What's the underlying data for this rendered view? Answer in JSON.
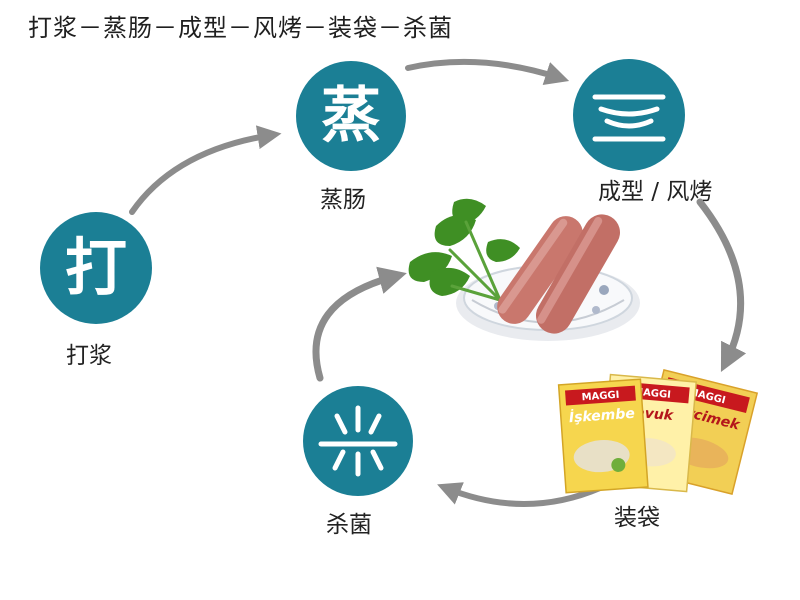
{
  "header": {
    "title": "打浆－蒸肠－成型－风烤－装袋－杀菌"
  },
  "colors": {
    "accent": "#1b7f95",
    "arrow": "#8c8c8c"
  },
  "steps": [
    {
      "glyph": "打",
      "label": "打浆"
    },
    {
      "glyph": "蒸",
      "label": "蒸肠"
    },
    {
      "glyph": "",
      "label": "成型 / 风烤",
      "icon": "oven-waves-icon"
    },
    {
      "label": "装袋",
      "icon": "soup-packets-icon"
    },
    {
      "glyph": "",
      "label": "杀菌",
      "icon": "sterilize-rays-icon"
    }
  ],
  "images": {
    "center": "sausages-on-plate"
  },
  "packets": {
    "brand": "MAGGI",
    "names": [
      "İşkembe",
      "Tavuk",
      "Mercimek"
    ]
  }
}
